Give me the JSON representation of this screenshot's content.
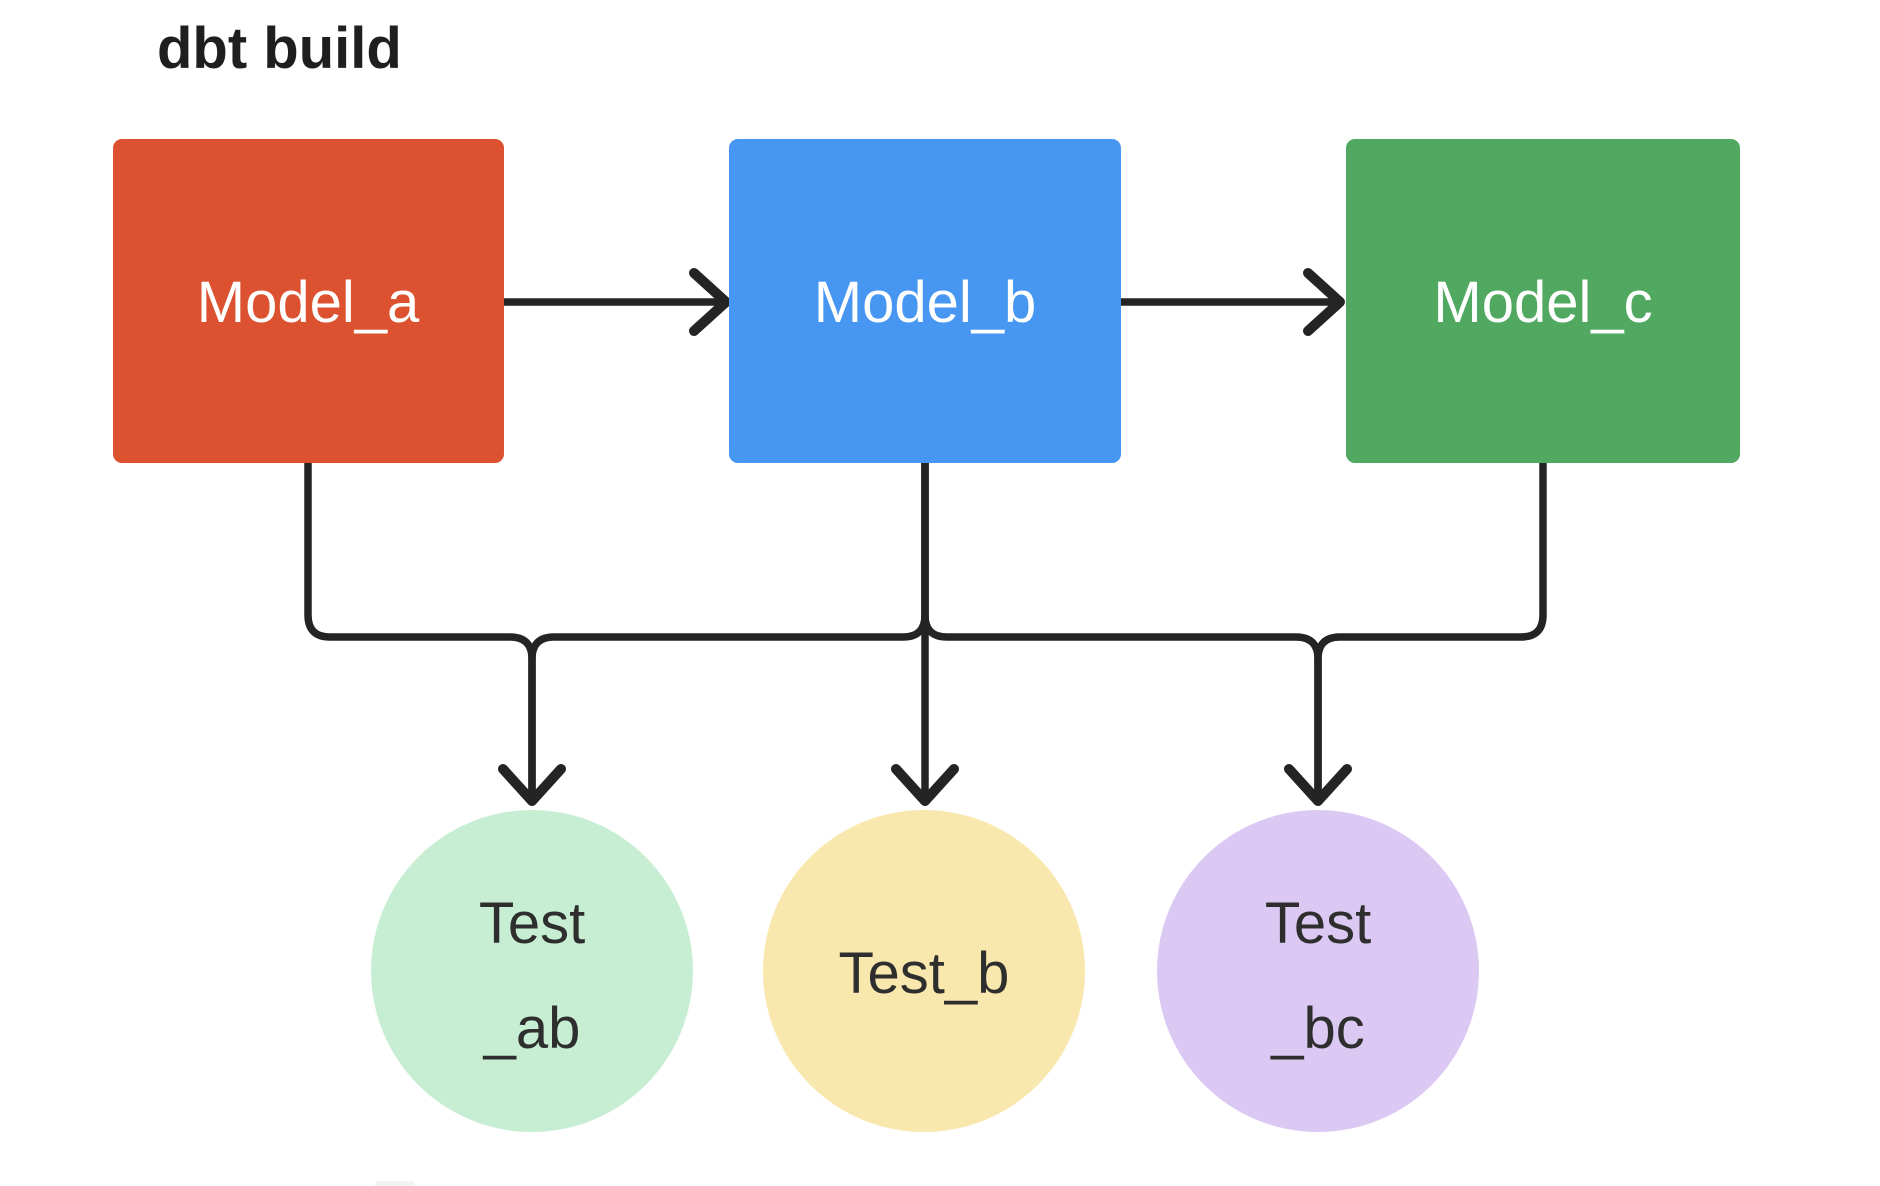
{
  "title": "dbt build",
  "canvas": {
    "background": "#FFFFFF",
    "connector_color": "#242424"
  },
  "nodes": {
    "models": [
      {
        "id": "Model_a",
        "label": "Model_a",
        "shape": "rectangle",
        "fill": "#DC5230",
        "label_color": "#FFFFFF"
      },
      {
        "id": "Model_b",
        "label": "Model_b",
        "shape": "rectangle",
        "fill": "#4696F2",
        "label_color": "#FFFFFF"
      },
      {
        "id": "Model_c",
        "label": "Model_c",
        "shape": "rectangle",
        "fill": "#51A961",
        "label_color": "#FFFFFF"
      }
    ],
    "tests": [
      {
        "id": "Test_ab",
        "line1": "Test",
        "line2": "_ab",
        "shape": "circle",
        "fill": "#C7EED2",
        "label_color": "#2E2E2E"
      },
      {
        "id": "Test_b",
        "line1": "Test_b",
        "line2": "",
        "shape": "circle",
        "fill": "#F8E8AD",
        "label_color": "#2E2E2E"
      },
      {
        "id": "Test_bc",
        "line1": "Test",
        "line2": "_bc",
        "shape": "circle",
        "fill": "#DCC9F3",
        "label_color": "#2E2E2E"
      }
    ]
  },
  "edges": [
    {
      "from": "Model_a",
      "to": "Model_b"
    },
    {
      "from": "Model_b",
      "to": "Model_c"
    },
    {
      "from": "Model_a",
      "to": "Test_ab"
    },
    {
      "from": "Model_b",
      "to": "Test_ab"
    },
    {
      "from": "Model_b",
      "to": "Test_b"
    },
    {
      "from": "Model_b",
      "to": "Test_bc"
    },
    {
      "from": "Model_c",
      "to": "Test_bc"
    }
  ]
}
